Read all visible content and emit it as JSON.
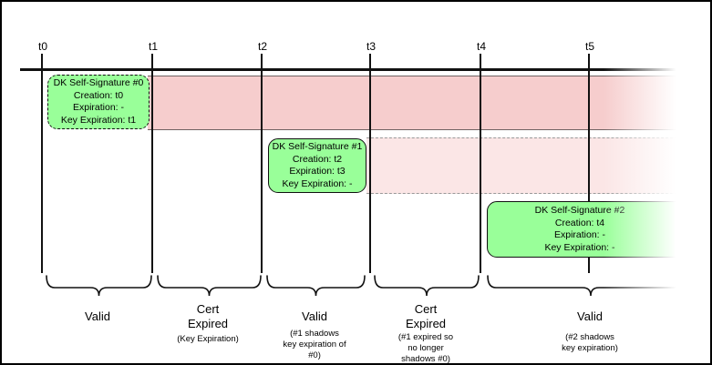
{
  "timeline": {
    "tick_labels": [
      "t0",
      "t1",
      "t2",
      "t3",
      "t4",
      "t5"
    ]
  },
  "signatures": [
    {
      "title": "DK Self-Signature #0",
      "creation": "Creation: t0",
      "expiration": "Expiration: -",
      "key_expiration": "Key Expiration: t1"
    },
    {
      "title": "DK Self-Signature #1",
      "creation": "Creation: t2",
      "expiration": "Expiration: t3",
      "key_expiration": "Key Expiration: -"
    },
    {
      "title": "DK Self-Signature #2",
      "creation": "Creation: t4",
      "expiration": "Expiration: -",
      "key_expiration": "Key Expiration: -"
    }
  ],
  "periods": [
    {
      "label": "Valid",
      "note": ""
    },
    {
      "label": "Cert\nExpired",
      "note": "(Key Expiration)"
    },
    {
      "label": "Valid",
      "note": "(#1 shadows\nkey expiration of\n#0)"
    },
    {
      "label": "Cert\nExpired",
      "note": "(#1 expired so\nno longer\nshadows #0)"
    },
    {
      "label": "Valid",
      "note": "(#2 shadows\nkey expiration)"
    }
  ],
  "colors": {
    "signature_box_green": "#99ff99",
    "validity_band_strong_pink": "#f6cdcd",
    "validity_band_light_pink": "#fbe6e6",
    "line_black": "#111111"
  }
}
